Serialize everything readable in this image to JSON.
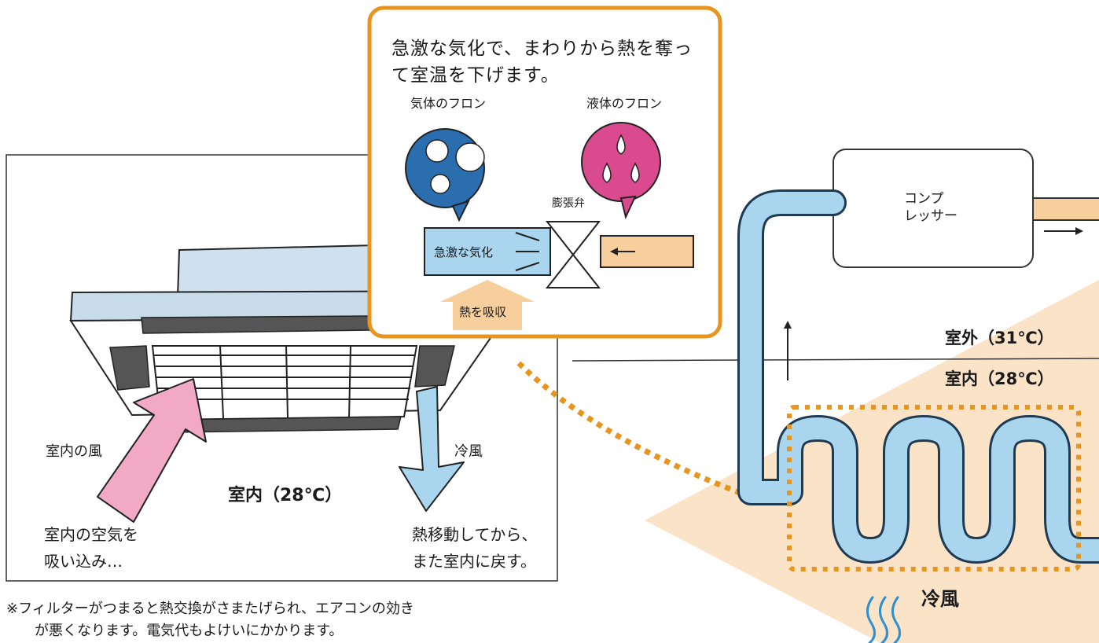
{
  "callout": {
    "line1": "急激な気化で、まわりから熱を奪っ",
    "line2": "て室温を下げます。",
    "gas_label": "気体のフロン",
    "liquid_label": "液体のフロン",
    "valve_label": "膨張弁",
    "vaporize_label": "急激な気化",
    "absorb_label": "熱を吸収"
  },
  "indoor_unit": {
    "intake_label": "室内の風",
    "cold_label": "冷風",
    "room_temp": "室内（28℃）",
    "intake_desc_1": "室内の空気を",
    "intake_desc_2": "吸い込み…",
    "return_desc_1": "熱移動してから、",
    "return_desc_2": "また室内に戻す。"
  },
  "note": {
    "line1": "※フィルターがつまると熱交換がさまたげられ、エアコンの効き",
    "line2": "が悪くなります。電気代もよけいにかかります。"
  },
  "system": {
    "compressor_1": "コンプ",
    "compressor_2": "レッサー",
    "outdoor_temp": "室外（31℃）",
    "indoor_temp": "室内（28℃）",
    "cold_air": "冷風"
  },
  "colors": {
    "orange": "#e8951f",
    "pipe_blue": "#a9d6ee",
    "pipe_outline": "#1f3b52",
    "warm_pipe": "#f6cf9c",
    "pink": "#f2a9c6",
    "gas_blue": "#2a6eb0",
    "liquid_pink": "#d94a8e",
    "beam": "#fbe3c8",
    "wave": "#2d8fd0"
  }
}
